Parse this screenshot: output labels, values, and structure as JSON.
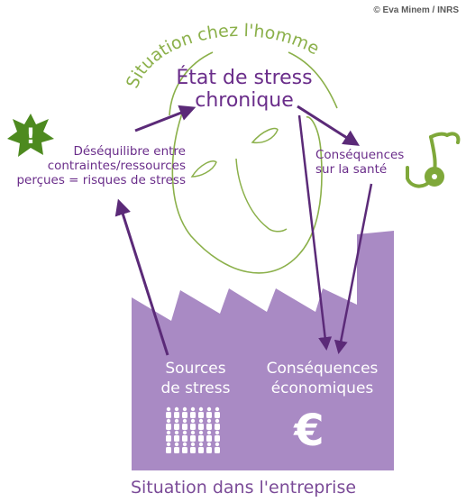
{
  "credit": "© Eva Minem / INRS",
  "top_arc_label": "Situation chez l'homme",
  "stress_chronique": [
    "État de stress",
    "chronique"
  ],
  "desequilibre": [
    "Déséquilibre entre",
    "contraintes/ressources",
    "perçues = risques de stress"
  ],
  "consequences_sante": [
    "Conséquences",
    "sur la santé"
  ],
  "sources_stress": [
    "Sources",
    "de stress"
  ],
  "consequences_eco": [
    "Conséquences",
    "économiques"
  ],
  "euro_symbol": "€",
  "bottom_label": "Situation dans l'entreprise",
  "colors": {
    "purple_dark": "#5b2a78",
    "purple_fill": "#a98ac4",
    "green": "#7fa83a",
    "green_dark": "#4d8a1f"
  },
  "icons": [
    "warning-burst-icon",
    "stethoscope-icon",
    "people-group-icon",
    "euro-icon"
  ]
}
